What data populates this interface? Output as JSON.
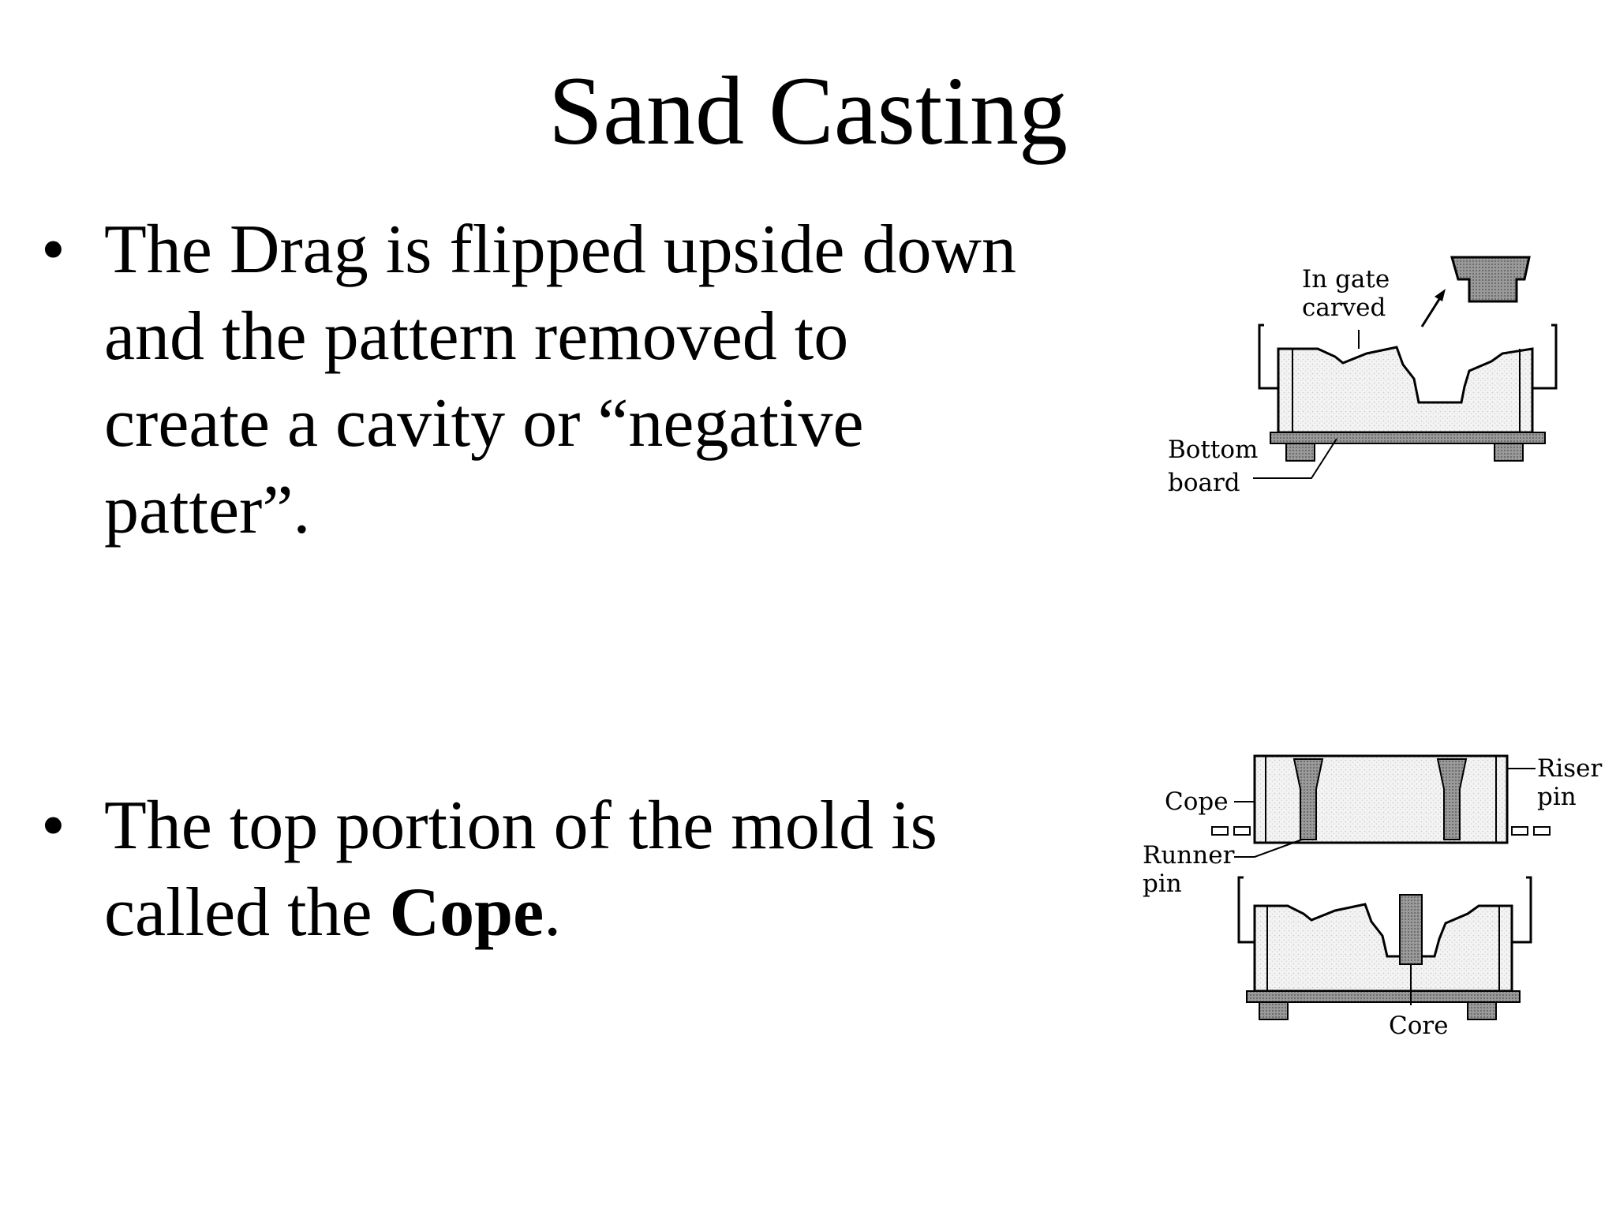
{
  "slide": {
    "title": "Sand Casting",
    "bullets": [
      {
        "lines": [
          "The Drag is flipped upside down",
          "and the pattern removed to",
          "create a cavity or “negative",
          "patter”."
        ]
      },
      {
        "lines": [
          "The top portion of the mold is"
        ],
        "line2_prefix": "called the ",
        "line2_bold": "Cope",
        "line2_suffix": "."
      }
    ]
  },
  "diagram_top": {
    "labels": {
      "in_gate_line1": "In gate",
      "in_gate_line2": "carved",
      "bottom_board_line1": "Bottom",
      "bottom_board_line2": "board"
    }
  },
  "diagram_bottom": {
    "labels": {
      "cope": "Cope",
      "runner_line1": "Runner",
      "runner_line2": "pin",
      "riser_line1": "Riser",
      "riser_line2": "pin",
      "core": "Core"
    }
  }
}
